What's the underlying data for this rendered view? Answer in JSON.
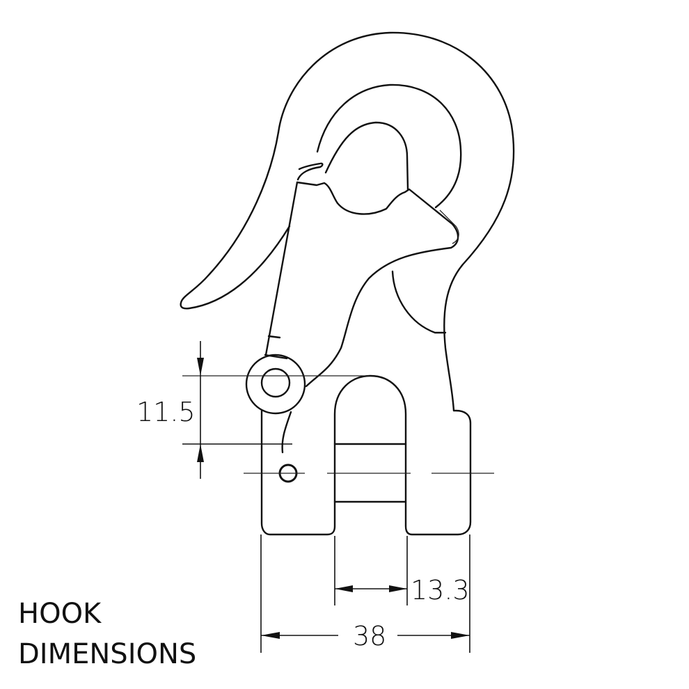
{
  "title": {
    "line1": "HOOK",
    "line2": "DIMENSIONS"
  },
  "dimensions": {
    "pin_offset": "11.5",
    "slot_width": "13.3",
    "overall_width": "38"
  },
  "colors": {
    "line": "#111111",
    "background": "#ffffff"
  }
}
